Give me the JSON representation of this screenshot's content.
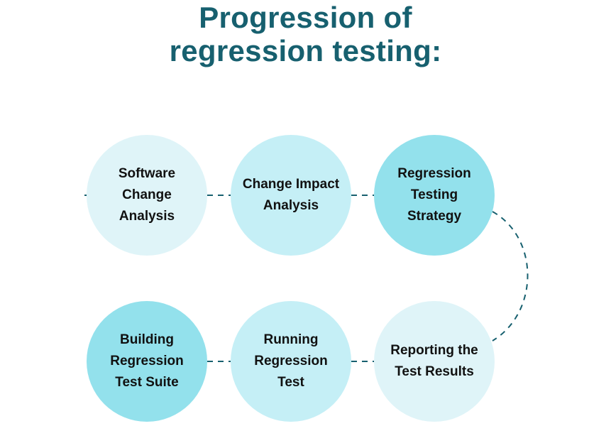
{
  "title": {
    "line1": "Progression of",
    "line2": "regression testing:"
  },
  "colors": {
    "title": "#17606f",
    "connector": "#17606f",
    "circle_light": "#dff4f8",
    "circle_mid": "#c5eff6",
    "circle_dark": "#93e1ec"
  },
  "steps": [
    {
      "label": "Software Change Analysis",
      "shade": "light"
    },
    {
      "label": "Change Impact Analysis",
      "shade": "mid"
    },
    {
      "label": "Regression Testing Strategy",
      "shade": "dark"
    },
    {
      "label": "Building Regression Test Suite",
      "shade": "dark"
    },
    {
      "label": "Running Regression Test",
      "shade": "mid"
    },
    {
      "label": "Reporting the Test Results",
      "shade": "light"
    }
  ]
}
